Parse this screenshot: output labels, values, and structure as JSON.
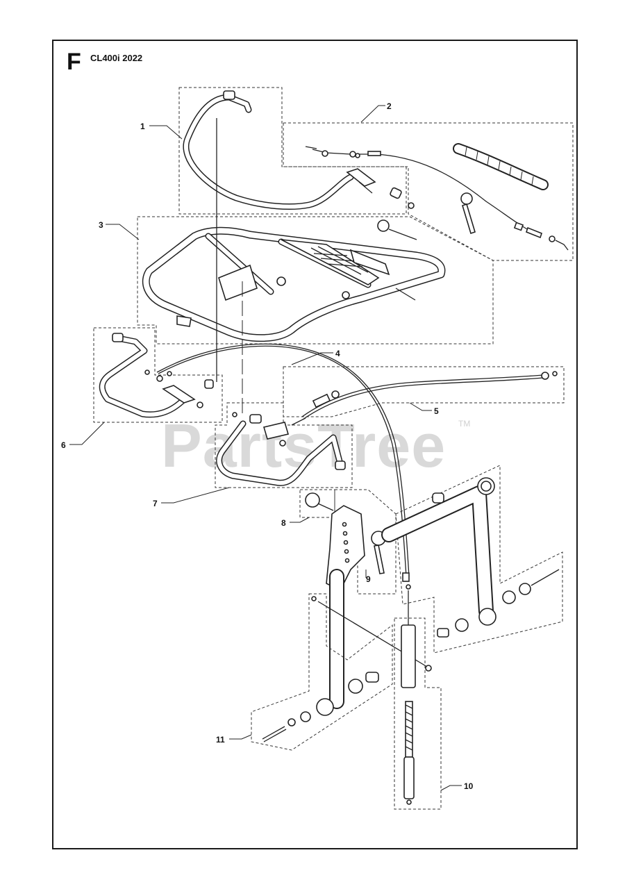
{
  "header": {
    "section_letter": "F",
    "model": "CL400i 2022"
  },
  "watermark": {
    "text": "PartsTree",
    "trademark": "TM"
  },
  "callouts": [
    {
      "id": "1",
      "label": "1"
    },
    {
      "id": "2",
      "label": "2"
    },
    {
      "id": "3",
      "label": "3"
    },
    {
      "id": "4",
      "label": "4"
    },
    {
      "id": "5",
      "label": "5"
    },
    {
      "id": "6",
      "label": "6"
    },
    {
      "id": "7",
      "label": "7"
    },
    {
      "id": "8",
      "label": "8"
    },
    {
      "id": "9",
      "label": "9"
    },
    {
      "id": "10",
      "label": "10"
    },
    {
      "id": "11",
      "label": "11"
    }
  ],
  "colors": {
    "line": "#222222",
    "watermark": "#d9d9d9",
    "background": "#ffffff"
  }
}
